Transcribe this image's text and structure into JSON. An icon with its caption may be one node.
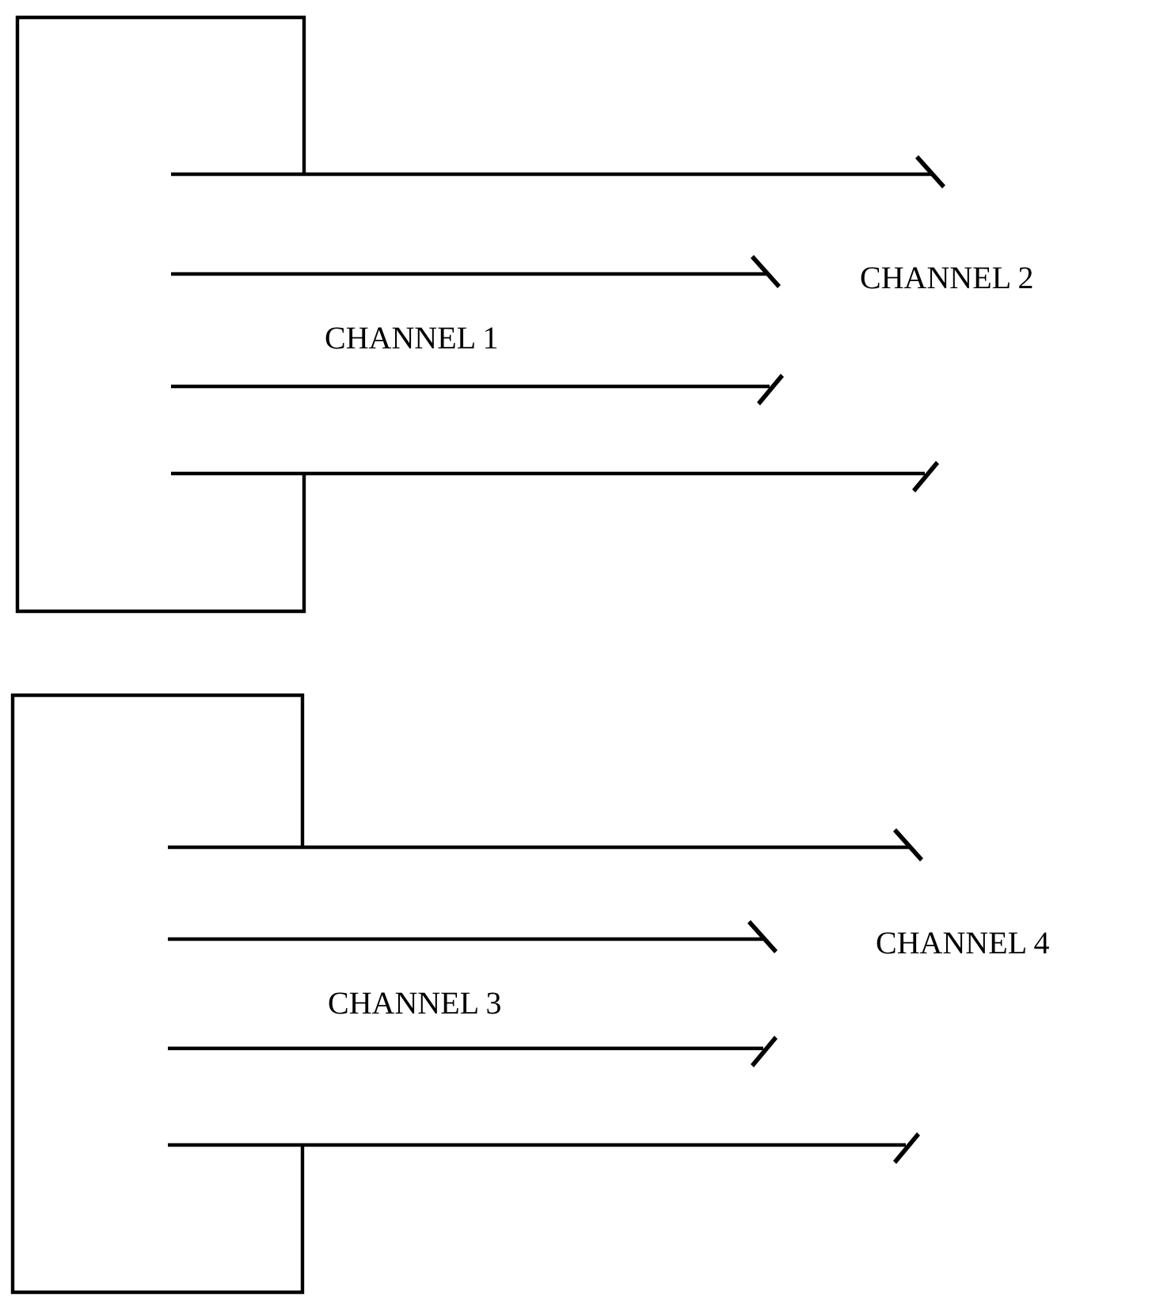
{
  "diagram": {
    "nodes": [
      {
        "text": [],
        "shape": "box"
      },
      {
        "text": [],
        "shape": "box"
      }
    ],
    "edges": [
      {
        "from": 0,
        "to": null,
        "arrow": "other"
      },
      {
        "from": 0,
        "to": null,
        "arrow": "other"
      },
      {
        "from": 0,
        "to": null,
        "arrow": "other"
      },
      {
        "from": 0,
        "to": null,
        "arrow": "other"
      },
      {
        "from": 1,
        "to": null,
        "arrow": "other"
      },
      {
        "from": 1,
        "to": null,
        "arrow": "other"
      },
      {
        "from": 1,
        "to": null,
        "arrow": "other"
      },
      {
        "from": 1,
        "to": null,
        "arrow": "other"
      }
    ],
    "labels": [
      "CHANNEL 2",
      "CHANNEL 1",
      "CHANNEL 4",
      "CHANNEL 3"
    ]
  }
}
